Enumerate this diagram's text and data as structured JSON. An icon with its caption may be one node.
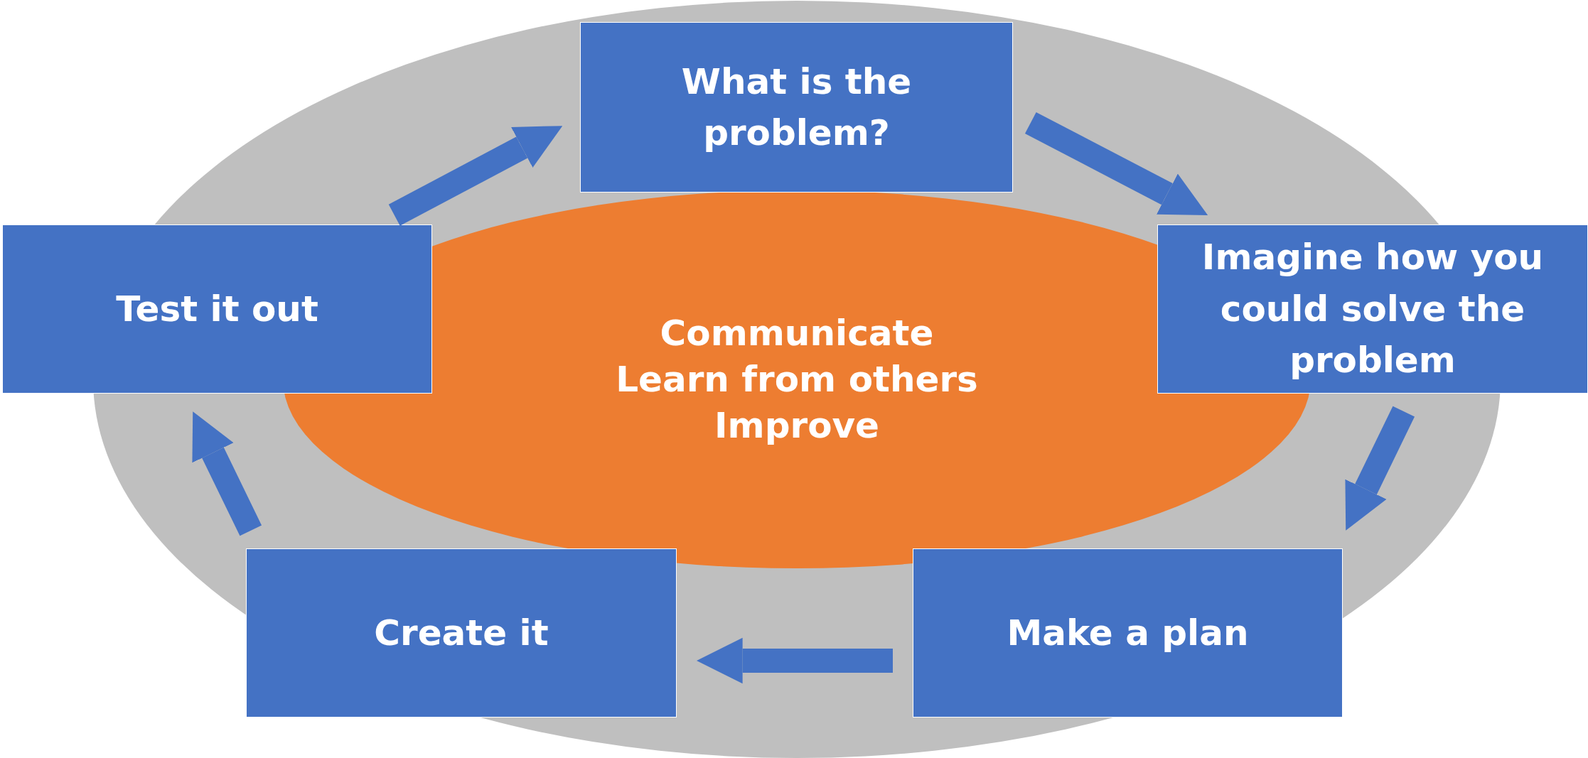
{
  "diagram": {
    "nodes": [
      {
        "text": [
          "What is the problem?"
        ]
      },
      {
        "text": [
          "Imagine how you could solve the problem"
        ]
      },
      {
        "text": [
          "Make a plan"
        ]
      },
      {
        "text": [
          "Create it"
        ]
      },
      {
        "text": [
          "Test it out"
        ]
      },
      {
        "text": [
          "Communicate",
          "Learn from others",
          "Improve"
        ]
      }
    ],
    "edges": [
      {
        "from": 4,
        "to": 0,
        "arrow": "to"
      },
      {
        "from": 0,
        "to": 1,
        "arrow": "to"
      },
      {
        "from": 1,
        "to": 2,
        "arrow": "to"
      },
      {
        "from": 2,
        "to": 3,
        "arrow": "to"
      },
      {
        "from": 3,
        "to": 4,
        "arrow": "to"
      }
    ]
  }
}
